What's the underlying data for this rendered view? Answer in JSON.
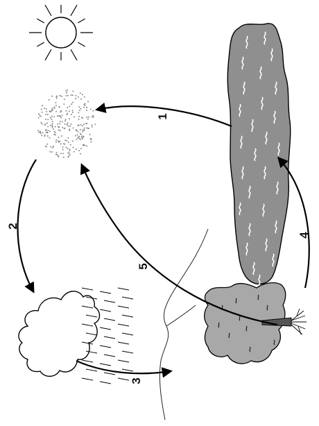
{
  "diagram": {
    "subject": "water cycle",
    "labels": [
      {
        "id": "1",
        "text": "1"
      },
      {
        "id": "2",
        "text": "2"
      },
      {
        "id": "3",
        "text": "3"
      },
      {
        "id": "4",
        "text": "4"
      },
      {
        "id": "5",
        "text": "5"
      }
    ],
    "colors": {
      "water": "#8f8f8f",
      "tree": "#a8a8a8",
      "outline": "#000000",
      "vapor": "#8a8a8a"
    }
  }
}
